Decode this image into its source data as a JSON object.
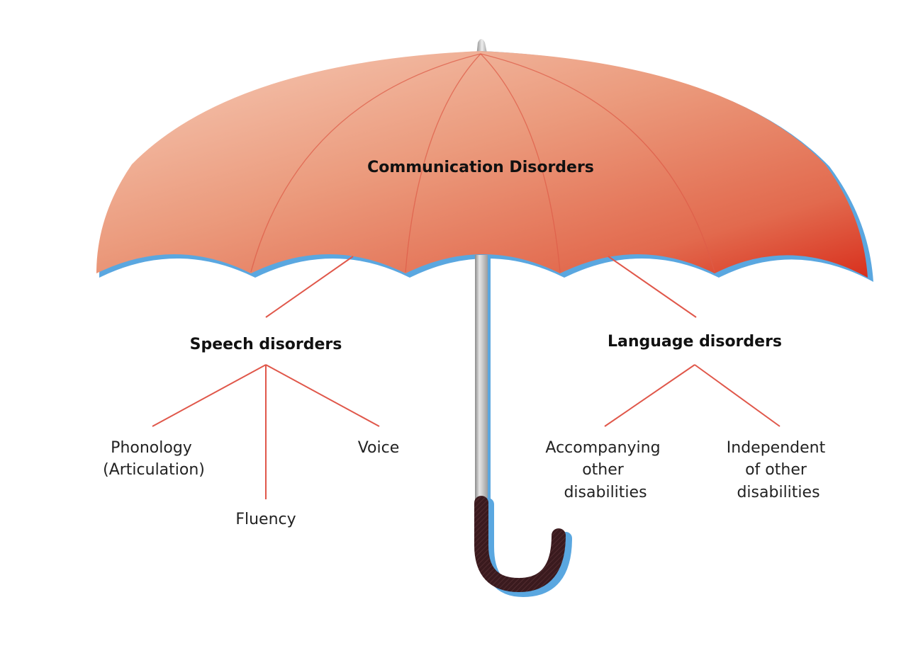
{
  "root": {
    "label": "Communication Disorders"
  },
  "branches": [
    {
      "label": "Speech disorders",
      "children": [
        {
          "lines": [
            "Phonology",
            "(Articulation)"
          ]
        },
        {
          "lines": [
            "Fluency"
          ]
        },
        {
          "lines": [
            "Voice"
          ]
        }
      ]
    },
    {
      "label": "Language disorders",
      "children": [
        {
          "lines": [
            "Accompanying",
            "other",
            "disabilities"
          ]
        },
        {
          "lines": [
            "Independent",
            "of other",
            "disabilities"
          ]
        }
      ]
    }
  ],
  "colors": {
    "canopy_light": "#f3c4ae",
    "canopy_mid": "#ea8f70",
    "canopy_dark": "#d93a26",
    "hem_blue": "#5aa7e0",
    "connector": "#e0574a",
    "handle": "#3a1a1e"
  }
}
